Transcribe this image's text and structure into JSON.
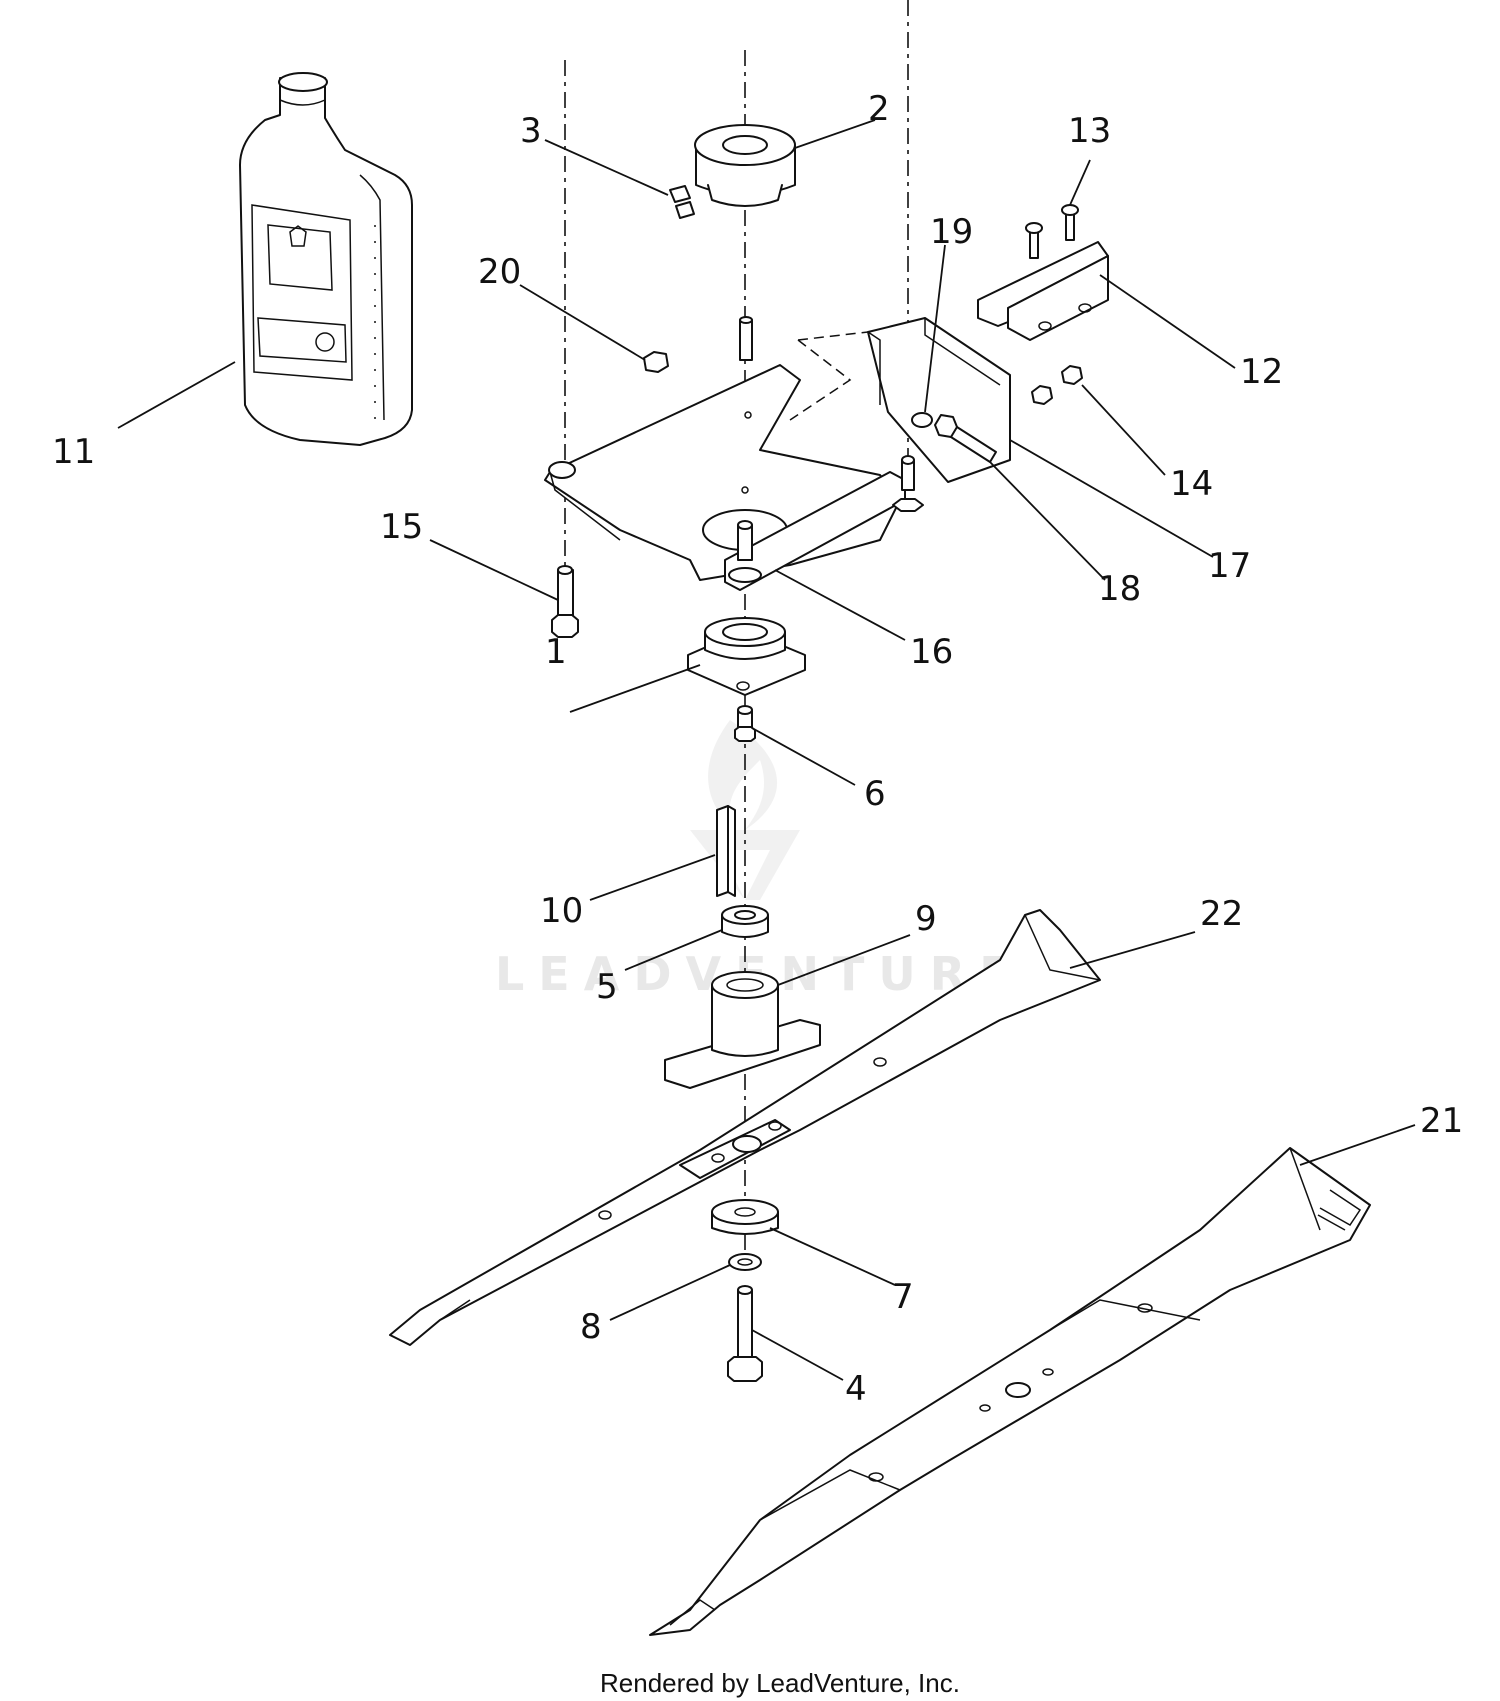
{
  "diagram": {
    "callouts": [
      {
        "id": "c1",
        "label": "1"
      },
      {
        "id": "c2",
        "label": "2"
      },
      {
        "id": "c3",
        "label": "3"
      },
      {
        "id": "c4",
        "label": "4"
      },
      {
        "id": "c5",
        "label": "5"
      },
      {
        "id": "c6",
        "label": "6"
      },
      {
        "id": "c7",
        "label": "7"
      },
      {
        "id": "c8",
        "label": "8"
      },
      {
        "id": "c9",
        "label": "9"
      },
      {
        "id": "c10",
        "label": "10"
      },
      {
        "id": "c11",
        "label": "11"
      },
      {
        "id": "c12",
        "label": "12"
      },
      {
        "id": "c13",
        "label": "13"
      },
      {
        "id": "c14",
        "label": "14"
      },
      {
        "id": "c15",
        "label": "15"
      },
      {
        "id": "c16",
        "label": "16"
      },
      {
        "id": "c17",
        "label": "17"
      },
      {
        "id": "c18",
        "label": "18"
      },
      {
        "id": "c19",
        "label": "19"
      },
      {
        "id": "c20",
        "label": "20"
      },
      {
        "id": "c21",
        "label": "21"
      },
      {
        "id": "c22",
        "label": "22"
      }
    ],
    "watermark": "LEADVENTURE",
    "footer": "Rendered by LeadVenture, Inc."
  }
}
